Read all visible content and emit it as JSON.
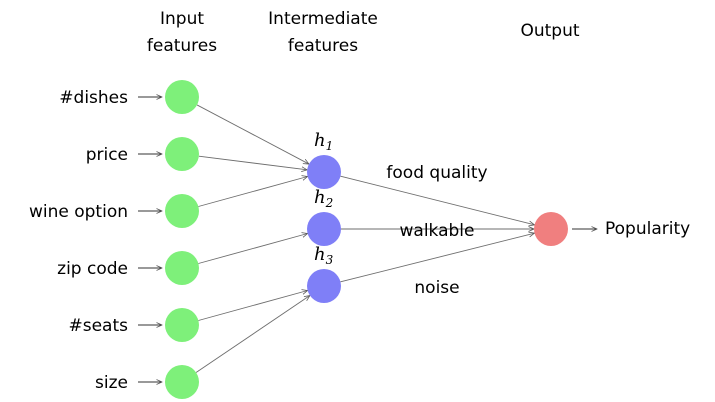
{
  "headers": {
    "input": [
      "Input",
      "features"
    ],
    "intermediate": [
      "Intermediate",
      "features"
    ],
    "output": "Output"
  },
  "inputs": [
    {
      "label": "#dishes"
    },
    {
      "label": "price"
    },
    {
      "label": "wine option"
    },
    {
      "label": "zip code"
    },
    {
      "label": "#seats"
    },
    {
      "label": "size"
    }
  ],
  "hidden": [
    {
      "var": "h",
      "sub": "1",
      "label": "food quality"
    },
    {
      "var": "h",
      "sub": "2",
      "label": "walkable"
    },
    {
      "var": "h",
      "sub": "3",
      "label": "noise"
    }
  ],
  "output": {
    "label": "Popularity"
  },
  "connections": [
    {
      "from": 0,
      "to": 0
    },
    {
      "from": 1,
      "to": 0
    },
    {
      "from": 2,
      "to": 0
    },
    {
      "from": 3,
      "to": 1
    },
    {
      "from": 4,
      "to": 2
    },
    {
      "from": 5,
      "to": 2
    }
  ],
  "colors": {
    "input_node": "#7ef07a",
    "hidden_node": "#7f7ff7",
    "output_node": "#f07f7f",
    "edge": "#6e6e6e"
  }
}
